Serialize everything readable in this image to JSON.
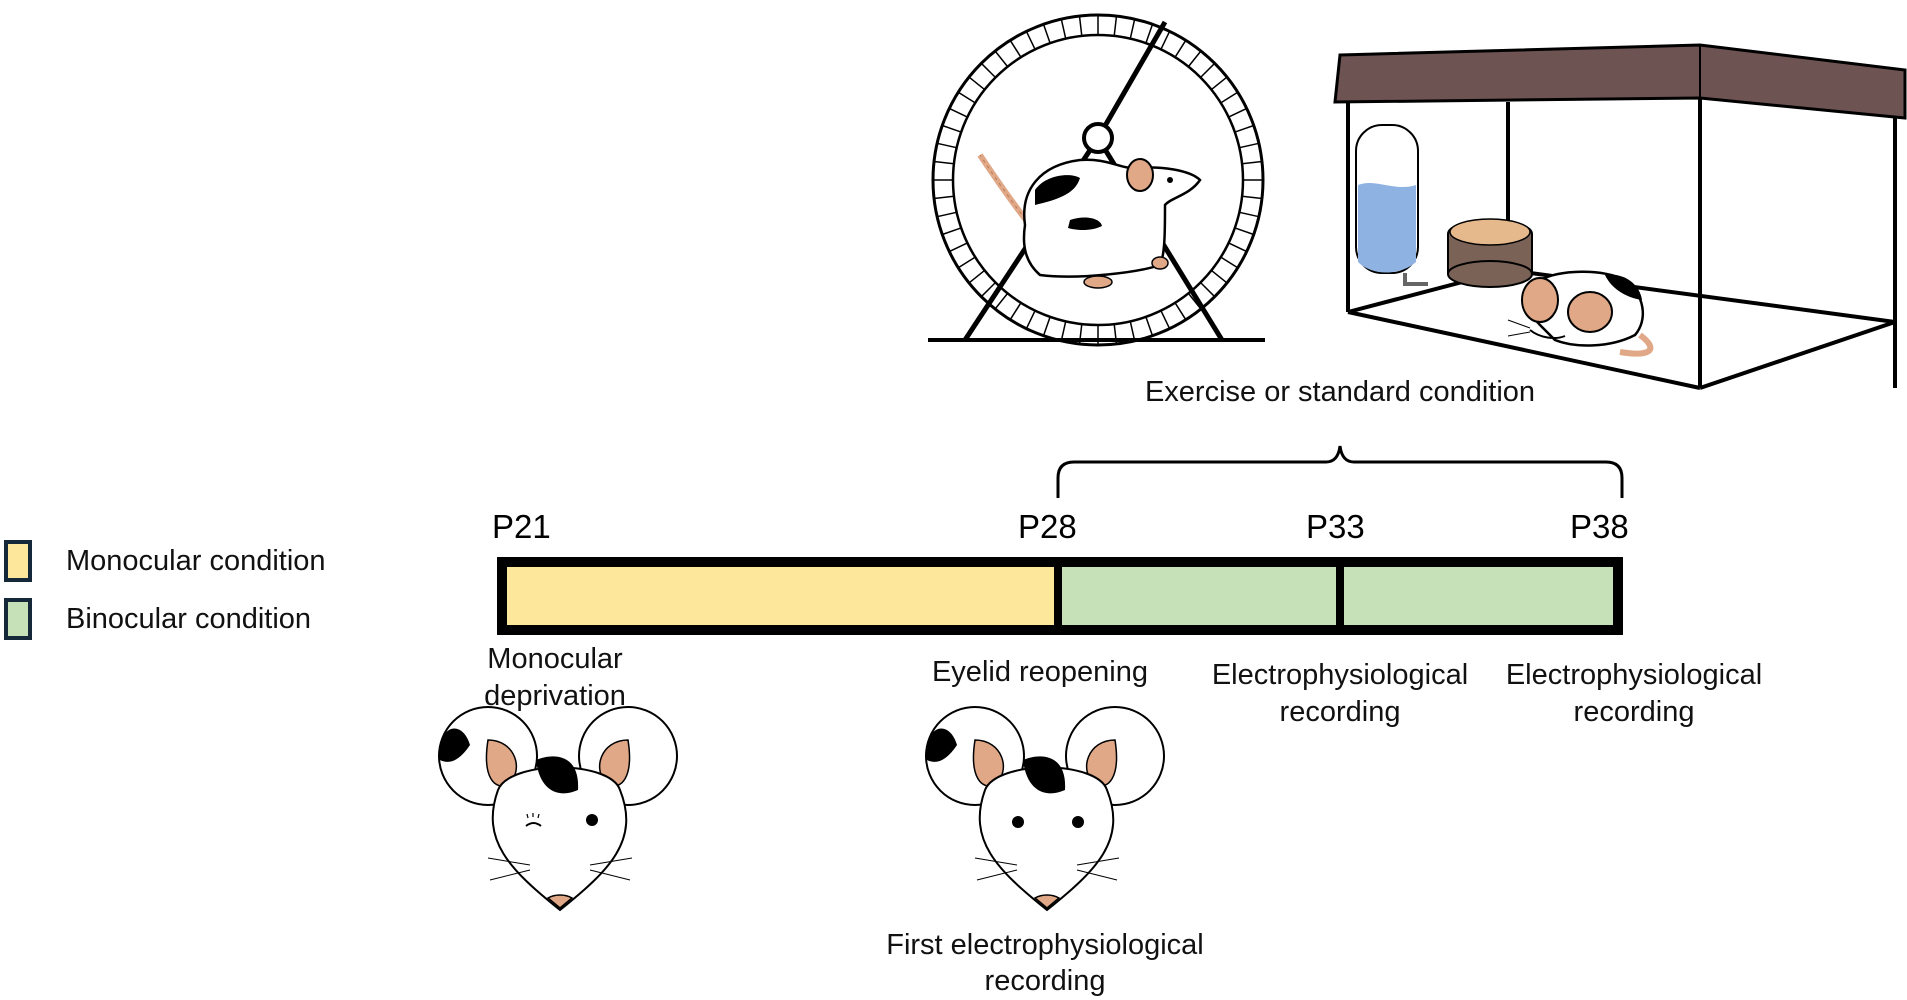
{
  "legend": [
    {
      "label": "Monocular condition",
      "color": "#fde79b"
    },
    {
      "label": "Binocular condition",
      "color": "#c6e0b8"
    }
  ],
  "timeline": {
    "ticks": [
      "P21",
      "P28",
      "P33",
      "P38"
    ],
    "segments": [
      {
        "from": "P21",
        "to": "P28",
        "condition": "Monocular condition",
        "color": "#fde79b"
      },
      {
        "from": "P28",
        "to": "P33",
        "condition": "Binocular condition",
        "color": "#c6e0b8"
      },
      {
        "from": "P33",
        "to": "P38",
        "condition": "Binocular condition",
        "color": "#c6e0b8"
      }
    ],
    "bracket_label": "Exercise or standard condition"
  },
  "events": {
    "p21_line1": "Monocular",
    "p21_line2": "deprivation",
    "p28_top": "Eyelid reopening",
    "p28_bottom_line1": "First electrophysiological",
    "p28_bottom_line2": "recording",
    "p33_line1": "Electrophysiological",
    "p33_line2": "recording",
    "p38_line1": "Electrophysiological",
    "p38_line2": "recording"
  },
  "illustrations": {
    "wheel": "running-wheel-with-mouse",
    "cage": "standard-cage-with-mouse",
    "mouse_left": "mouse-one-eye-closed",
    "mouse_right": "mouse-both-eyes-open"
  },
  "colors": {
    "roof": "#6e5353",
    "water": "#8eb2e2",
    "food": "#7a6356",
    "ear": "#e0a887",
    "outline": "#000000"
  }
}
